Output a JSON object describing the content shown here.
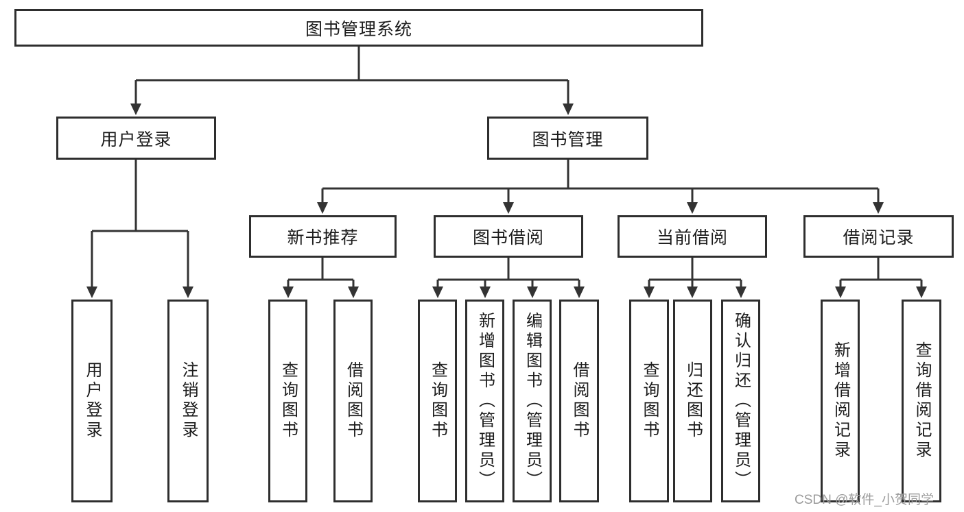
{
  "nodes": {
    "root": "图书管理系统",
    "level2": {
      "user_login": "用户登录",
      "book_mgmt": "图书管理"
    },
    "level3": {
      "new_books": "新书推荐",
      "book_borrow": "图书借阅",
      "current_borrow": "当前借阅",
      "borrow_records": "借阅记录"
    },
    "leaves": {
      "user_login": [
        "用户登录",
        "注销登录"
      ],
      "new_books": [
        "查询图书",
        "借阅图书"
      ],
      "book_borrow": [
        "查询图书",
        "新增图书（管理员）",
        "编辑图书（管理员）",
        "借阅图书"
      ],
      "current_borrow": [
        "查询图书",
        "归还图书",
        "确认归还（管理员）"
      ],
      "borrow_records": [
        "新增借阅记录",
        "查询借阅记录"
      ]
    }
  },
  "watermark": "CSDN @软件_小贺同学",
  "colors": {
    "line": "#333333",
    "box_border": "#2e2e2e",
    "text": "#1c1c1c",
    "watermark": "#9b9b9b",
    "background": "#ffffff"
  }
}
